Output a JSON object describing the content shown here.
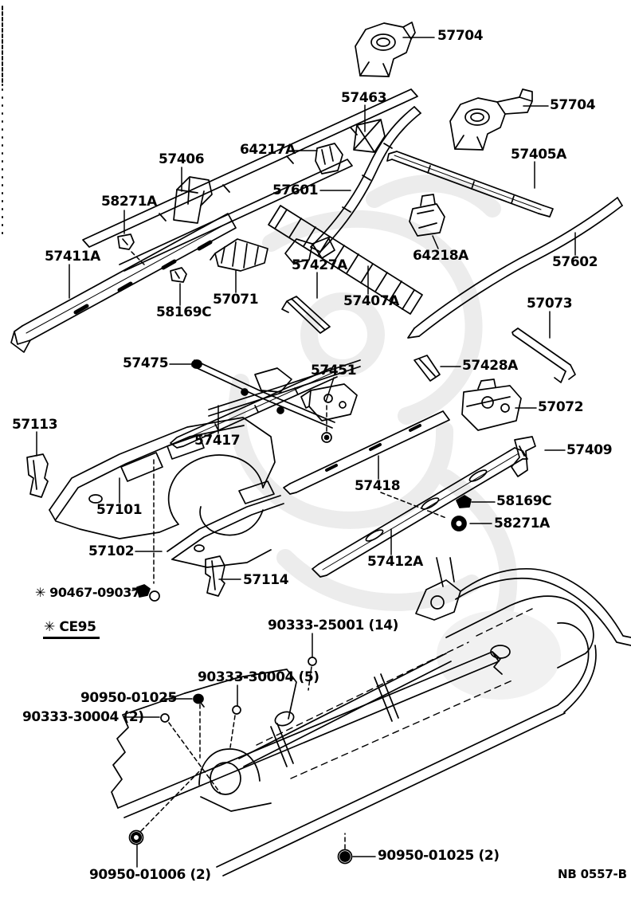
{
  "colors": {
    "line": "#000000",
    "background": "#ffffff",
    "watermark": "#ececec"
  },
  "footer": {
    "drawing_code": "NB 0557-B"
  },
  "notes": {
    "reference_mark": "✳"
  },
  "labels": [
    {
      "id": "57704-upper",
      "text": "57704"
    },
    {
      "id": "57463",
      "text": "57463"
    },
    {
      "id": "57704-right",
      "text": "57704"
    },
    {
      "id": "64217A",
      "text": "64217A"
    },
    {
      "id": "57406",
      "text": "57406"
    },
    {
      "id": "57405A",
      "text": "57405A"
    },
    {
      "id": "58271A-upper",
      "text": "58271A"
    },
    {
      "id": "57601",
      "text": "57601"
    },
    {
      "id": "57411A",
      "text": "57411A"
    },
    {
      "id": "57071",
      "text": "57071"
    },
    {
      "id": "58169C-upper",
      "text": "58169C"
    },
    {
      "id": "57427A",
      "text": "57427A"
    },
    {
      "id": "57407A",
      "text": "57407A"
    },
    {
      "id": "64218A",
      "text": "64218A"
    },
    {
      "id": "57602",
      "text": "57602"
    },
    {
      "id": "57073",
      "text": "57073"
    },
    {
      "id": "57475",
      "text": "57475"
    },
    {
      "id": "57451",
      "text": "57451"
    },
    {
      "id": "57428A",
      "text": "57428A"
    },
    {
      "id": "57072",
      "text": "57072"
    },
    {
      "id": "57113",
      "text": "57113"
    },
    {
      "id": "57417",
      "text": "57417"
    },
    {
      "id": "57409",
      "text": "57409"
    },
    {
      "id": "57101",
      "text": "57101"
    },
    {
      "id": "57418",
      "text": "57418"
    },
    {
      "id": "58169C-lower",
      "text": "58169C"
    },
    {
      "id": "58271A-lower",
      "text": "58271A"
    },
    {
      "id": "57102",
      "text": "57102"
    },
    {
      "id": "57412A",
      "text": "57412A"
    },
    {
      "id": "57114",
      "text": "57114"
    },
    {
      "id": "note-90467",
      "text": "✳ 90467-09037"
    },
    {
      "id": "note-ce95",
      "text": "✳ CE95"
    },
    {
      "id": "90333-25001",
      "text": "90333-25001 (14)"
    },
    {
      "id": "90333-30004-5",
      "text": "90333-30004 (5)"
    },
    {
      "id": "90950-01025",
      "text": "90950-01025"
    },
    {
      "id": "90333-30004-2",
      "text": "90333-30004 (2)"
    },
    {
      "id": "90950-01006",
      "text": "90950-01006 (2)"
    },
    {
      "id": "90950-01025-2",
      "text": "90950-01025 (2)"
    },
    {
      "id": "drawing-code",
      "text": "NB 0557-B"
    }
  ]
}
